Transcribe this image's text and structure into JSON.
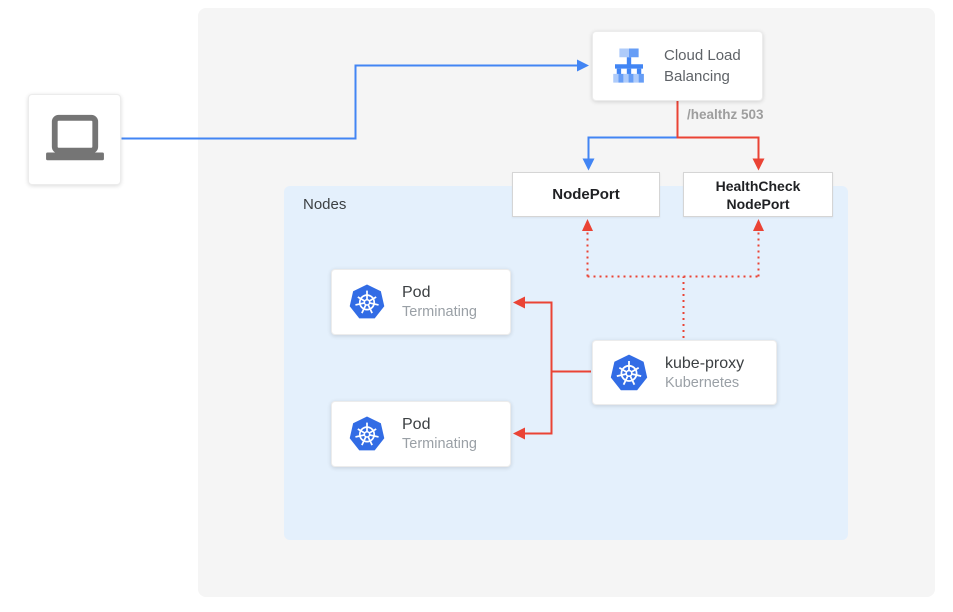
{
  "client": {
    "icon": "laptop"
  },
  "clb": {
    "line1": "Cloud Load",
    "line2": "Balancing"
  },
  "healthz": {
    "label": "/healthz 503"
  },
  "nodes_panel": {
    "label": "Nodes"
  },
  "nodeport": {
    "label": "NodePort"
  },
  "healthcheck": {
    "line1": "HealthCheck",
    "line2": "NodePort"
  },
  "kube_proxy": {
    "name": "kube-proxy",
    "subtitle": "Kubernetes"
  },
  "pods": [
    {
      "name": "Pod",
      "status": "Terminating"
    },
    {
      "name": "Pod",
      "status": "Terminating"
    }
  ],
  "colors": {
    "traffic_blue": "#4285F4",
    "healthcheck_red": "#EA4335",
    "kubernetes_blue": "#326CE5",
    "nodes_bg": "#E4F0FC",
    "canvas_bg": "#F5F5F5",
    "icon_gray": "#757575",
    "muted_text": "#9AA0A6"
  }
}
